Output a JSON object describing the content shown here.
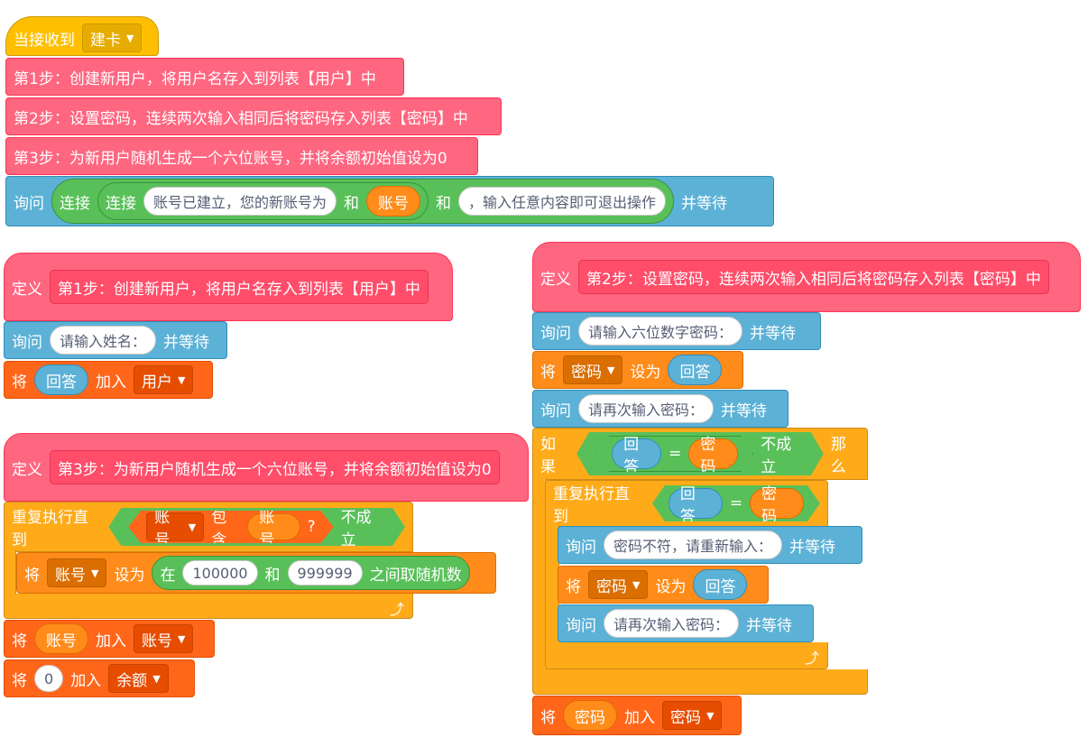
{
  "script1": {
    "hat_when": "当接收到",
    "hat_msg": "建卡",
    "step1": "第1步：创建新用户，将用户名存入到列表【用户】中",
    "step2": "第2步：设置密码，连续两次输入相同后将密码存入列表【密码】中",
    "step3": "第3步：为新用户随机生成一个六位账号，并将余额初始值设为0",
    "ask": "询问",
    "join1": "连接",
    "join2": "连接",
    "txt_a": "账号已建立，您的新账号为",
    "and1": "和",
    "var_account": "账号",
    "and2": "和",
    "txt_b": "，输入任意内容即可退出操作",
    "wait": "并等待"
  },
  "def1": {
    "define": "定义",
    "name": "第1步：创建新用户，将用户名存入到列表【用户】中",
    "ask": "询问",
    "prompt": "请输入姓名：",
    "wait": "并等待",
    "add": "将",
    "answer": "回答",
    "add_to": "加入",
    "list": "用户"
  },
  "def3": {
    "define": "定义",
    "name": "第3步：为新用户随机生成一个六位账号，并将余额初始值设为0",
    "repeat_until": "重复执行直到",
    "list_account": "账号",
    "contains": "包含",
    "var_account": "账号",
    "qmark": "?",
    "not": "不成立",
    "set": "将",
    "set_var": "账号",
    "set_to": "设为",
    "rand_in": "在",
    "rand_min": "100000",
    "rand_and": "和",
    "rand_max": "999999",
    "rand_tail": "之间取随机数",
    "add1": "将",
    "add1_val": "账号",
    "add1_to": "加入",
    "add1_list": "账号",
    "add2": "将",
    "add2_val": "0",
    "add2_to": "加入",
    "add2_list": "余额"
  },
  "def2": {
    "define": "定义",
    "name": "第2步：设置密码，连续两次输入相同后将密码存入列表【密码】中",
    "ask1": "询问",
    "prompt1": "请输入六位数字密码：",
    "wait1": "并等待",
    "set1": "将",
    "set1_var": "密码",
    "set1_to": "设为",
    "set1_val": "回答",
    "ask2": "询问",
    "prompt2": "请再次输入密码：",
    "wait2": "并等待",
    "if": "如果",
    "if_a": "回答",
    "if_eq": "=",
    "if_b": "密码",
    "if_not": "不成立",
    "then": "那么",
    "rep": "重复执行直到",
    "rep_a": "回答",
    "rep_eq": "=",
    "rep_b": "密码",
    "ask3": "询问",
    "prompt3": "密码不符，请重新输入：",
    "wait3": "并等待",
    "set2": "将",
    "set2_var": "密码",
    "set2_to": "设为",
    "set2_val": "回答",
    "ask4": "询问",
    "prompt4": "请再次输入密码：",
    "wait4": "并等待",
    "add": "将",
    "add_val": "密码",
    "add_to": "加入",
    "add_list": "密码"
  },
  "colors": {
    "sensing": "#5cb1d6",
    "variables": "#ff8c1a",
    "lists": "#ff661a",
    "control": "#ffab19",
    "events": "#ffbf00",
    "custom": "#ff6680",
    "operators": "#59c059"
  },
  "icons": {
    "dropdown": "caret-down-icon",
    "loop": "loop-arrow-icon"
  }
}
